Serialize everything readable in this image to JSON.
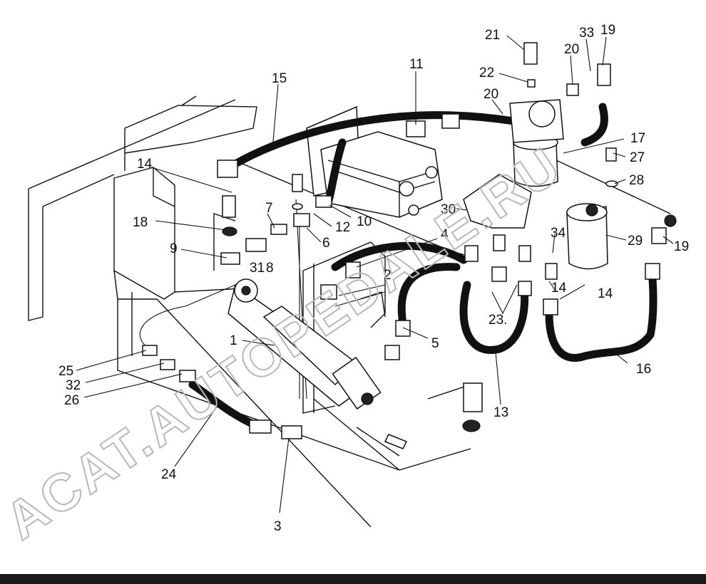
{
  "watermark": {
    "line1": "ACAT.AUTOPEDALE.RU",
    "color": "#b8b8b8"
  },
  "callouts": [
    {
      "id": "c1",
      "text": "1"
    },
    {
      "id": "c2",
      "text": "2"
    },
    {
      "id": "c3",
      "text": "3"
    },
    {
      "id": "c4",
      "text": "4"
    },
    {
      "id": "c5",
      "text": "5"
    },
    {
      "id": "c6",
      "text": "6"
    },
    {
      "id": "c7",
      "text": "7"
    },
    {
      "id": "c8",
      "text": "8"
    },
    {
      "id": "c9",
      "text": "9"
    },
    {
      "id": "c10",
      "text": "10"
    },
    {
      "id": "c11",
      "text": "11"
    },
    {
      "id": "c12",
      "text": "12"
    },
    {
      "id": "c13",
      "text": "13"
    },
    {
      "id": "c14a",
      "text": "14"
    },
    {
      "id": "c14b",
      "text": "14"
    },
    {
      "id": "c14c",
      "text": "14"
    },
    {
      "id": "c15",
      "text": "15"
    },
    {
      "id": "c16",
      "text": "16"
    },
    {
      "id": "c17",
      "text": "17"
    },
    {
      "id": "c18",
      "text": "18"
    },
    {
      "id": "c19a",
      "text": "19"
    },
    {
      "id": "c19b",
      "text": "19"
    },
    {
      "id": "c20a",
      "text": "20"
    },
    {
      "id": "c20b",
      "text": "20"
    },
    {
      "id": "c21",
      "text": "21"
    },
    {
      "id": "c22",
      "text": "22"
    },
    {
      "id": "c23",
      "text": "23."
    },
    {
      "id": "c24",
      "text": "24"
    },
    {
      "id": "c25",
      "text": "25"
    },
    {
      "id": "c26",
      "text": "26"
    },
    {
      "id": "c27",
      "text": "27"
    },
    {
      "id": "c28",
      "text": "28"
    },
    {
      "id": "c29",
      "text": "29"
    },
    {
      "id": "c30",
      "text": "30"
    },
    {
      "id": "c31",
      "text": "31"
    },
    {
      "id": "c32",
      "text": "32"
    },
    {
      "id": "c33",
      "text": "33"
    },
    {
      "id": "c34",
      "text": "34"
    }
  ]
}
